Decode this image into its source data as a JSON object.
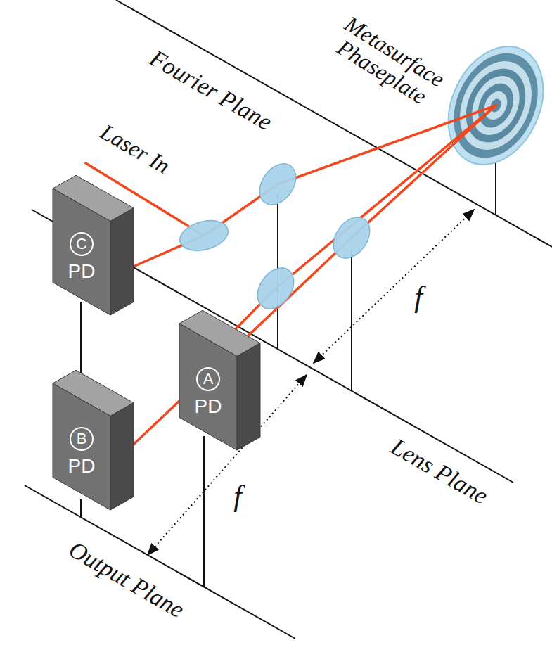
{
  "diagram": {
    "nodes": [
      {
        "text": [
          "C",
          "PD"
        ]
      },
      {
        "text": [
          "A",
          "PD"
        ]
      },
      {
        "text": [
          "B",
          "PD"
        ]
      }
    ],
    "labels": [
      "Metasurface Phaseplate",
      "Fourier Plane",
      "Laser In",
      "f",
      "f",
      "Lens Plane",
      "Output Plane"
    ]
  }
}
